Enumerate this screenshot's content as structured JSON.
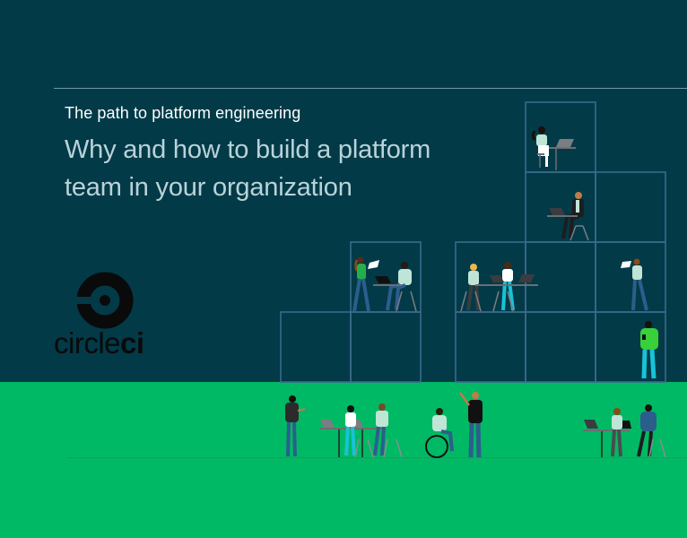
{
  "header": {
    "kicker": "The path to platform engineering",
    "title": "Why and how to build a platform team in your organization"
  },
  "logo": {
    "word_regular": "circle",
    "word_bold": "ci",
    "icon": "circleci-logo-icon"
  },
  "colors": {
    "background_top": "#023a48",
    "background_bottom": "#00b964",
    "grid_line": "#3b6a8c",
    "title_text": "#b9d3d8",
    "kicker_text": "#ffffff",
    "logo": "#0a0a0a"
  },
  "illustration": {
    "description": "People working in stacked boxes and on green ground line",
    "figures": [
      "person-laptop-top",
      "person-laptop-suit",
      "person-tablet-standing",
      "person-laptop-sitting",
      "people-pair-laptops",
      "person-tablet-right",
      "person-green-shirt-phone",
      "person-talking",
      "people-table-laptops",
      "person-wheelchair",
      "person-pointing",
      "people-pair-right"
    ]
  }
}
